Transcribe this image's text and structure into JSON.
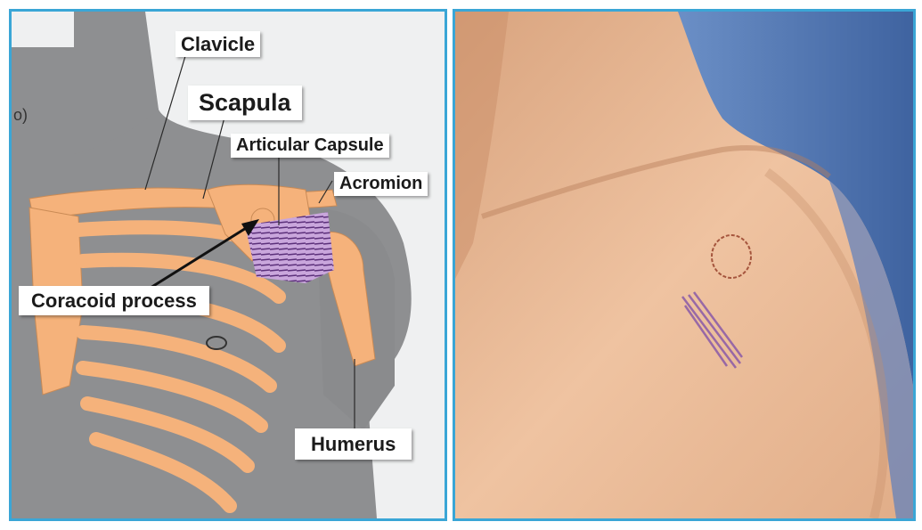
{
  "diagram": {
    "labels": {
      "clavicle": "Clavicle",
      "scapula": "Scapula",
      "articular_capsule": "Articular Capsule",
      "acromion": "Acromion",
      "coracoid_process": "Coracoid process",
      "humerus": "Humerus"
    },
    "edge_mark": "o)"
  },
  "colors": {
    "frame_border": "#3aa6d6",
    "body_gray": "#8e8f91",
    "bone": "#f5b27b",
    "capsule_purple": "#9b6fb5",
    "skin": "#e9b792",
    "drape_blue": "#5a7fb8"
  }
}
